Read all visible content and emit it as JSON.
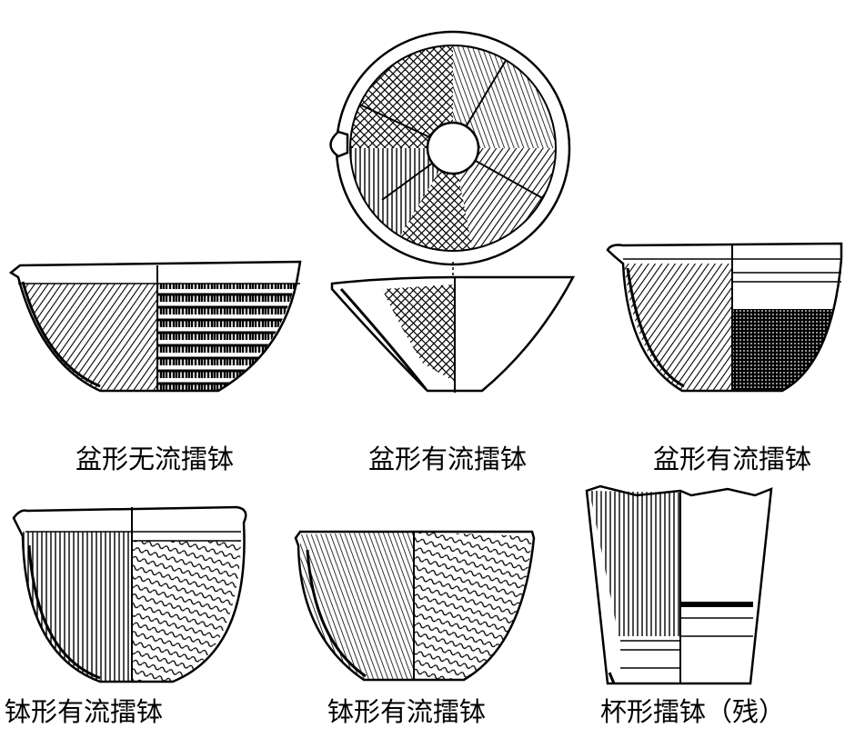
{
  "figure": {
    "captions": [
      "盆形无流擂钵",
      "盆形有流擂钵",
      "盆形有流擂钵",
      "钵形有流擂钵",
      "钵形有流擂钵",
      "杯形擂钵（残）"
    ]
  }
}
